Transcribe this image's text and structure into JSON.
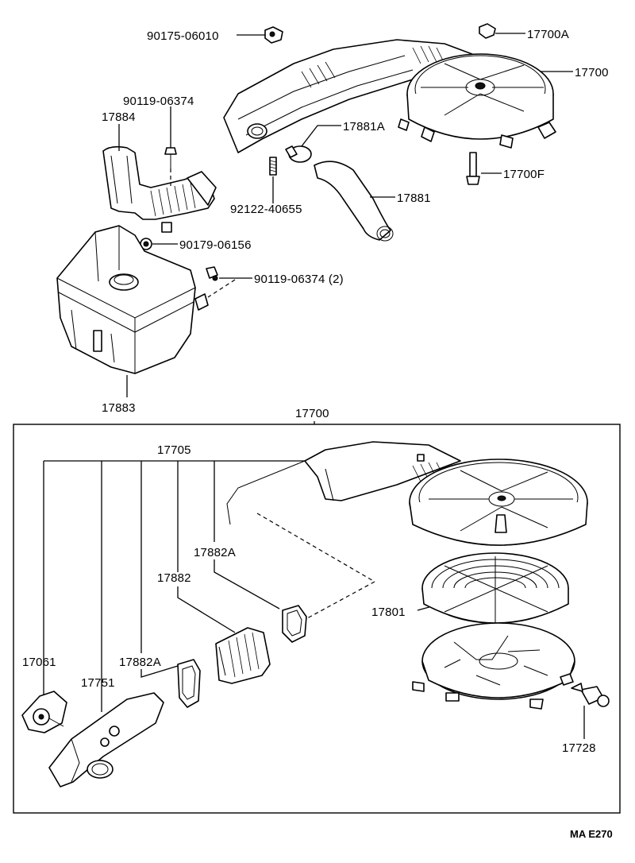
{
  "parts": {
    "p90175": "90175-06010",
    "p17700A": "17700A",
    "p17700_top": "17700",
    "p90119_a": "90119-06374",
    "p17884": "17884",
    "p17881A": "17881A",
    "p17700F": "17700F",
    "p92122": "92122-40655",
    "p17881": "17881",
    "p90179": "90179-06156",
    "p90119_b": "90119-06374 (2)",
    "p17883": "17883",
    "p17700_box": "17700",
    "p17705": "17705",
    "p17882A_a": "17882A",
    "p17882": "17882",
    "p17882A_b": "17882A",
    "p17801": "17801",
    "p17061": "17061",
    "p17751": "17751",
    "p17728": "17728"
  },
  "footer": {
    "code": "MA E270"
  }
}
